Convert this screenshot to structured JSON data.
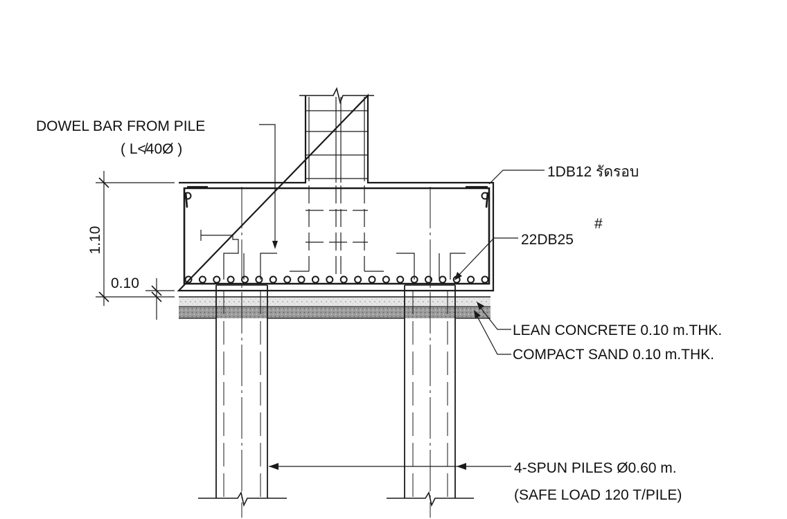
{
  "labels": {
    "dowel": "DOWEL BAR FROM PILE",
    "dowel_sub": "( L≮40Ø )",
    "stirrup": "1DB12 รัดรอบ",
    "main_bar": "22DB25",
    "main_bar_mark": "#",
    "lean": "LEAN CONCRETE 0.10 m.THK.",
    "sand": "COMPACT SAND 0.10 m.THK.",
    "piles": "4-SPUN PILES Ø0.60 m.",
    "piles_sub": "(SAFE LOAD 120 T/PILE)"
  },
  "dimensions": {
    "depth": "1.10",
    "cover": "0.10"
  },
  "colors": {
    "line": "#1a1a1a",
    "lean": "#d9d9d9",
    "sand": "#a9a9a9"
  }
}
